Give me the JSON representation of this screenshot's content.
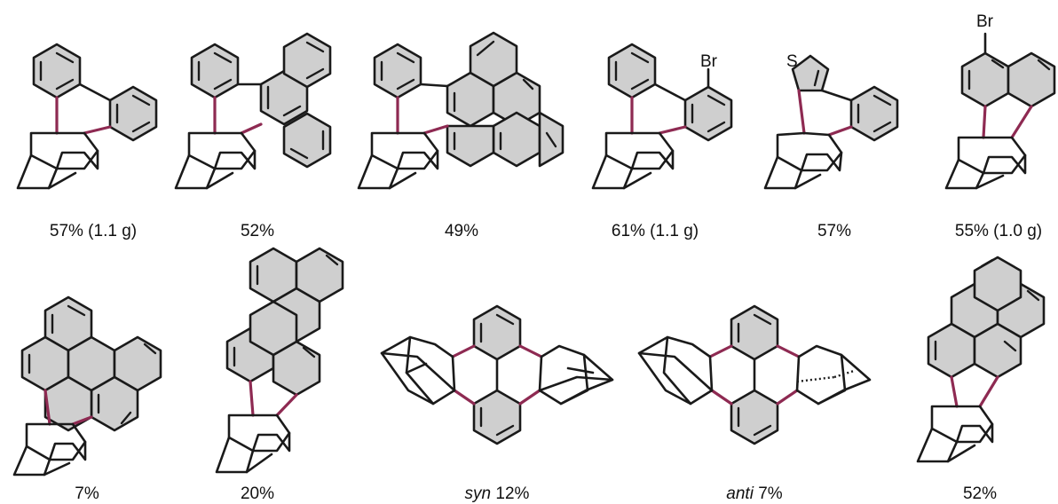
{
  "compounds": [
    {
      "id": "c1",
      "yield": "57% (1.1 g)"
    },
    {
      "id": "c2",
      "yield": "52%"
    },
    {
      "id": "c3",
      "yield": "49%"
    },
    {
      "id": "c4",
      "yield": "61% (1.1 g)",
      "substituent": "Br"
    },
    {
      "id": "c5",
      "yield": "57%",
      "heteroatom": "S"
    },
    {
      "id": "c6",
      "yield": "55% (1.0 g)",
      "substituent": "Br"
    },
    {
      "id": "c7",
      "yield": "7%"
    },
    {
      "id": "c8",
      "yield": "20%"
    },
    {
      "id": "c9",
      "isomer": "syn",
      "yield": "12%"
    },
    {
      "id": "c10",
      "isomer": "anti",
      "yield": "7%"
    },
    {
      "id": "c11",
      "yield": "52%"
    }
  ],
  "colors": {
    "bond": "#1a1a1a",
    "new_bond": "#8e2a52",
    "aromatic_fill": "#cfcfcf"
  }
}
